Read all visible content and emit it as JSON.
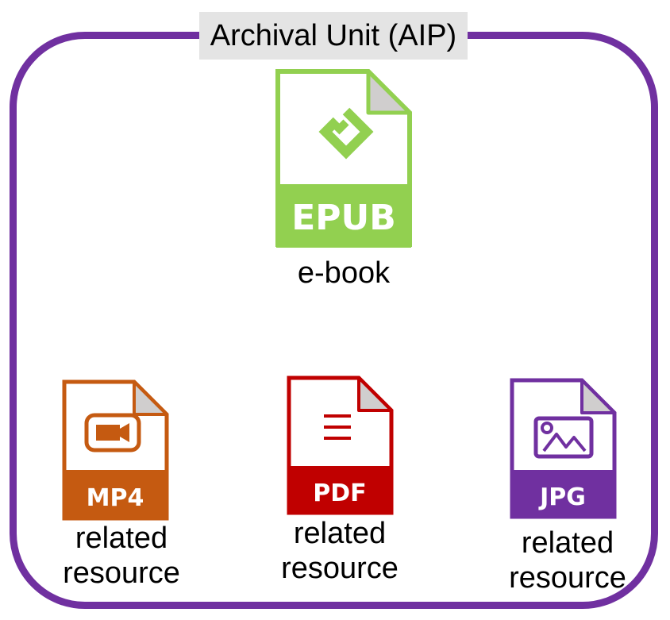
{
  "title": "Archival Unit (AIP)",
  "main_file": {
    "extension": "EPUB",
    "caption": "e-book",
    "color": "#92d050",
    "icon": "epub-file-icon"
  },
  "related_files": [
    {
      "extension": "MP4",
      "caption_line1": "related",
      "caption_line2": "resource",
      "color": "#c55a11",
      "icon": "mp4-file-icon"
    },
    {
      "extension": "PDF",
      "caption_line1": "related",
      "caption_line2": "resource",
      "color": "#c00000",
      "icon": "pdf-file-icon"
    },
    {
      "extension": "JPG",
      "caption_line1": "related",
      "caption_line2": "resource",
      "color": "#7030a0",
      "icon": "jpg-file-icon"
    }
  ],
  "colors": {
    "frame_border": "#7030a0",
    "title_background": "#e4e4e4",
    "fold": "#d0cece"
  }
}
